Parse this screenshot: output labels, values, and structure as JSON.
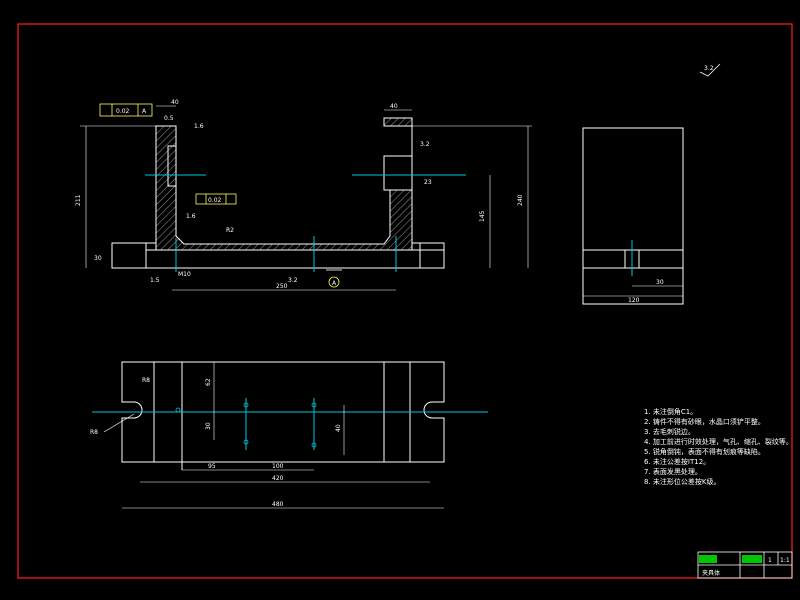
{
  "colors": {
    "background": "#000000",
    "frame": "#ff2020",
    "geometry": "#ffffff",
    "centerline": "#00c8d8",
    "hatch": "#ffffff",
    "accent": "#ffff55",
    "titleblock_fill": "#00c800"
  },
  "roughness_symbol": "3.2",
  "front_view": {
    "tol_flat": "0.02",
    "tol_datum": "A",
    "tol_perp": "0.02",
    "datum_label": "A",
    "dims": {
      "top_width": "40",
      "right_top": "40",
      "d1": "0.5",
      "d2": "1.6",
      "height_left": "211",
      "height_right": "240",
      "inner_h": "145",
      "bottom_thk": "30",
      "slot": "23",
      "base_len": "250",
      "c1": "1.5",
      "m": "M10",
      "r": "R2",
      "angle": "3.2",
      "ra1": "1.6",
      "ra2": "3.2"
    }
  },
  "side_view": {
    "dims": {
      "width": "120",
      "slot": "30"
    }
  },
  "top_view": {
    "dims": {
      "r1": "R8",
      "r2": "R8",
      "v1": "62",
      "v2": "30",
      "v3": "40",
      "h1": "95",
      "h2": "100",
      "total_inner": "420",
      "total": "480"
    }
  },
  "notes": [
    "1. 未注倒角C1。",
    "2. 铸件不得有砂眼，水晶口须铲平整。",
    "3. 去毛刺锐边。",
    "4. 加工前进行时效处理，气孔、缩孔、裂纹等。",
    "5. 锐角倒钝，表面不得有划痕等缺陷。",
    "6. 未注公差按IT12。",
    "7. 表面发黑处理。",
    "8. 未注形位公差按K级。"
  ],
  "title_block": {
    "label": "夹具体",
    "cell_a": "1",
    "cell_b": "1:1"
  }
}
